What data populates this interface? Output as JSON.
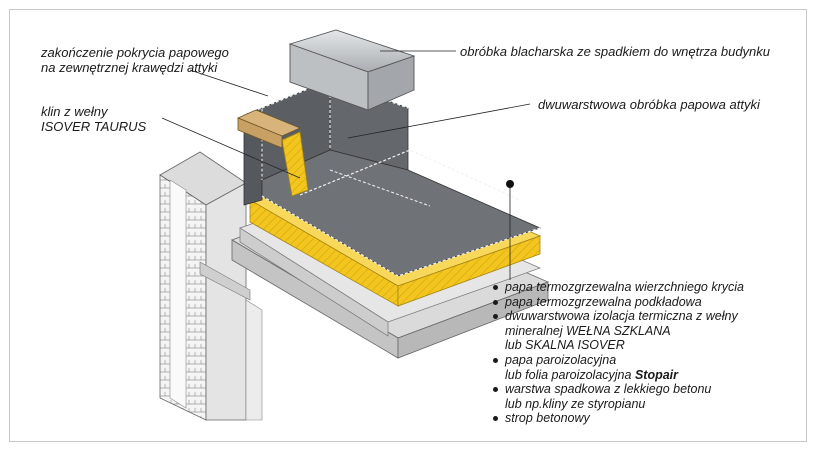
{
  "callouts": {
    "edge_finish_line1": "zakończenie pokrycia papowego",
    "edge_finish_line2": "na zewnętrznej krawędzi attyki",
    "flashing": "obróbka blacharska ze spadkiem do wnętrza budynku",
    "wool_wedge_line1": "klin z wełny",
    "wool_wedge_line2": "ISOVER TAURUS",
    "parapet_felt": "dwuwarstwowa obróbka papowa attyki"
  },
  "layers": [
    {
      "lines": [
        "papa termozgrzewalna wierzchniego krycia"
      ]
    },
    {
      "lines": [
        "papa termozgrzewalna podkładowa"
      ]
    },
    {
      "lines": [
        "dwuwarstwowa izolacja termiczna z wełny",
        "mineralnej WEŁNA SZKLANA",
        "lub SKALNA ISOVER"
      ]
    },
    {
      "lines": [
        "papa paroizolacyjna",
        "lub folia paroizolacyjna "
      ],
      "bold": "Stopair"
    },
    {
      "lines": [
        "warstwa spadkowa z lekkiego betonu",
        "lub np.kliny ze styropianu"
      ]
    },
    {
      "lines": [
        "strop betonowy"
      ]
    }
  ],
  "colors": {
    "membrane": "#6f7377",
    "membrane_dark": "#4f5357",
    "insulation": "#f2c51f",
    "wood": "#c9a063",
    "metal": "#c7cbce",
    "concrete": "#d6d6d6",
    "wall": "#e9e9e9"
  }
}
